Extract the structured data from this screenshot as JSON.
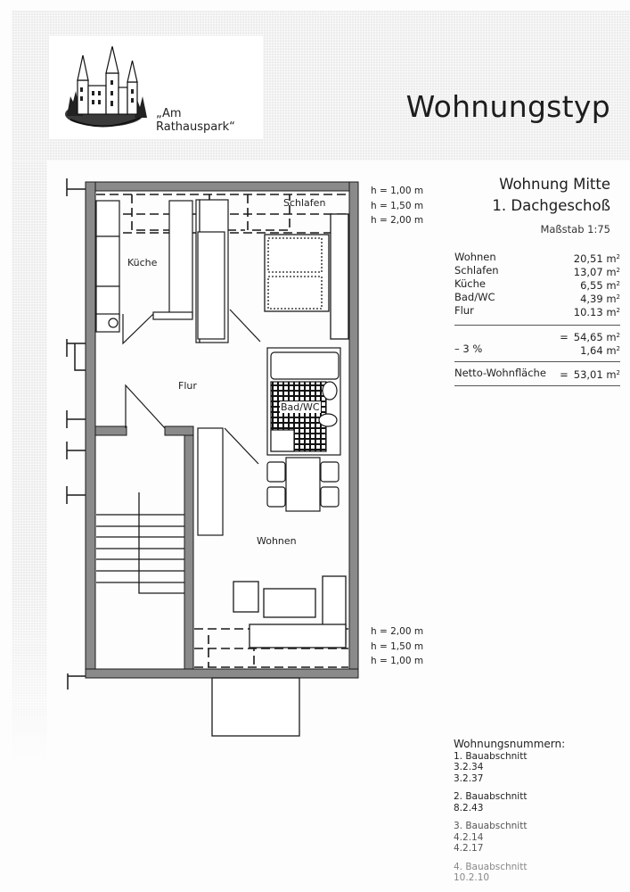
{
  "header": {
    "logo": {
      "icon": "castle-illustration-icon",
      "caption": "„Am Rathauspark“"
    },
    "title": "Wohnungstyp"
  },
  "unit": {
    "name": "Wohnung Mitte",
    "floor": "1. Dachgeschoß",
    "scale": "Maßstab 1:75"
  },
  "floorplan": {
    "rooms": [
      {
        "name": "Schlafen"
      },
      {
        "name": "Küche"
      },
      {
        "name": "Flur"
      },
      {
        "name": "Bad/WC"
      },
      {
        "name": "Wohnen"
      }
    ],
    "ceiling_heights_top": [
      "h = 1,00 m",
      "h = 1,50 m",
      "h = 2,00 m"
    ],
    "ceiling_heights_bottom": [
      "h = 2,00 m",
      "h = 1,50 m",
      "h = 1,00 m"
    ],
    "colors": {
      "wall": "#8a8a8a",
      "line": "#1a1a1a"
    }
  },
  "areas": {
    "rows": [
      {
        "room": "Wohnen",
        "value": "20,51 m",
        "unit_sup": "2"
      },
      {
        "room": "Schlafen",
        "value": "13,07 m",
        "unit_sup": "2"
      },
      {
        "room": "Küche",
        "value": "6,55 m",
        "unit_sup": "2"
      },
      {
        "room": "Bad/WC",
        "value": "4,39 m",
        "unit_sup": "2"
      },
      {
        "room": "Flur",
        "value": "10.13 m",
        "unit_sup": "2"
      }
    ],
    "subtotal": {
      "eq": "=",
      "value": "54,65 m",
      "unit_sup": "2"
    },
    "deduction": {
      "label": "– 3 %",
      "value": "1,64 m",
      "unit_sup": "2"
    },
    "net": {
      "label": "Netto-Wohnfläche",
      "eq": "=",
      "value": "53,01 m",
      "unit_sup": "2"
    }
  },
  "unit_numbers": {
    "heading": "Wohnungsnummern:",
    "groups": [
      {
        "label": "1. Bauabschnitt",
        "numbers": [
          "3.2.34",
          "3.2.37"
        ]
      },
      {
        "label": "2. Bauabschnitt",
        "numbers": [
          "8.2.43"
        ]
      },
      {
        "label": "3. Bauabschnitt",
        "numbers": [
          "4.2.14",
          "4.2.17"
        ]
      },
      {
        "label": "4. Bauabschnitt",
        "numbers": [
          "10.2.10"
        ]
      }
    ]
  }
}
